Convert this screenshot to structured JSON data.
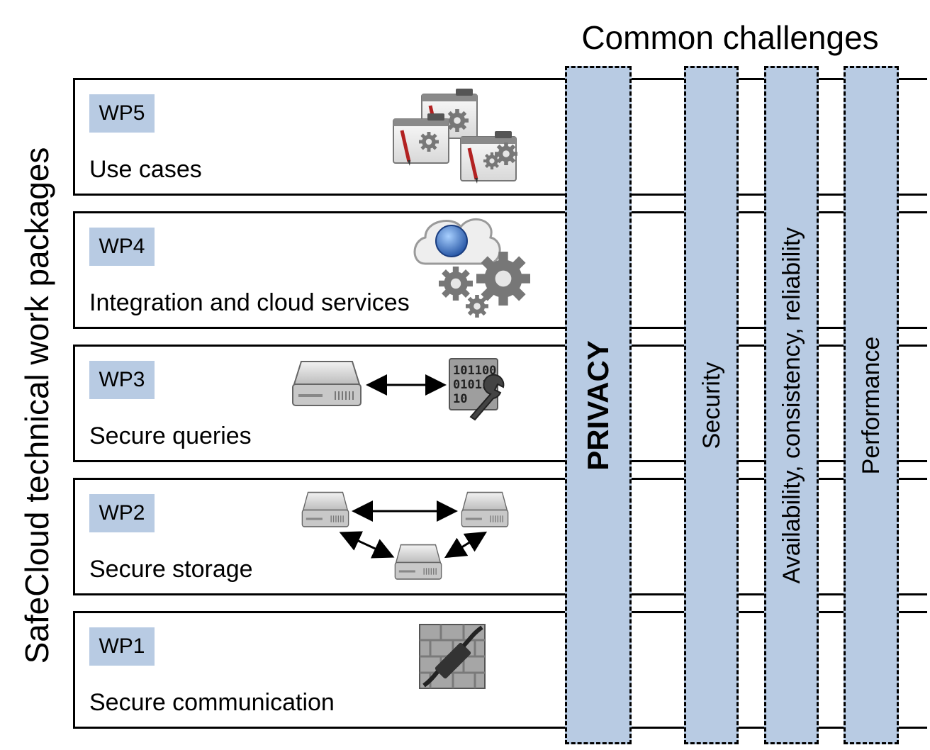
{
  "vertical_title": "SafeCloud technical work packages",
  "top_title": "Common challenges",
  "work_packages": [
    {
      "tag": "WP5",
      "name": "Use cases"
    },
    {
      "tag": "WP4",
      "name": "Integration and cloud services"
    },
    {
      "tag": "WP3",
      "name": "Secure queries"
    },
    {
      "tag": "WP2",
      "name": "Secure storage"
    },
    {
      "tag": "WP1",
      "name": "Secure communication"
    }
  ],
  "challenges": [
    {
      "label": "PRIVACY"
    },
    {
      "label": "Security"
    },
    {
      "label": "Availability, consistency, reliability"
    },
    {
      "label": "Performance"
    }
  ],
  "icons": {
    "wp5": "app-windows-gears-icon",
    "wp4": "cloud-globe-gears-icon",
    "wp3_drive": "hard-drive-icon",
    "wp3_binary": "binary-wrench-icon",
    "binary_text": [
      "101100",
      "01011",
      "10"
    ],
    "wp2": "hard-drive-icon",
    "wp1": "firewall-plug-icon"
  },
  "colors": {
    "highlight": "#b8cbe3",
    "border": "#000000"
  }
}
